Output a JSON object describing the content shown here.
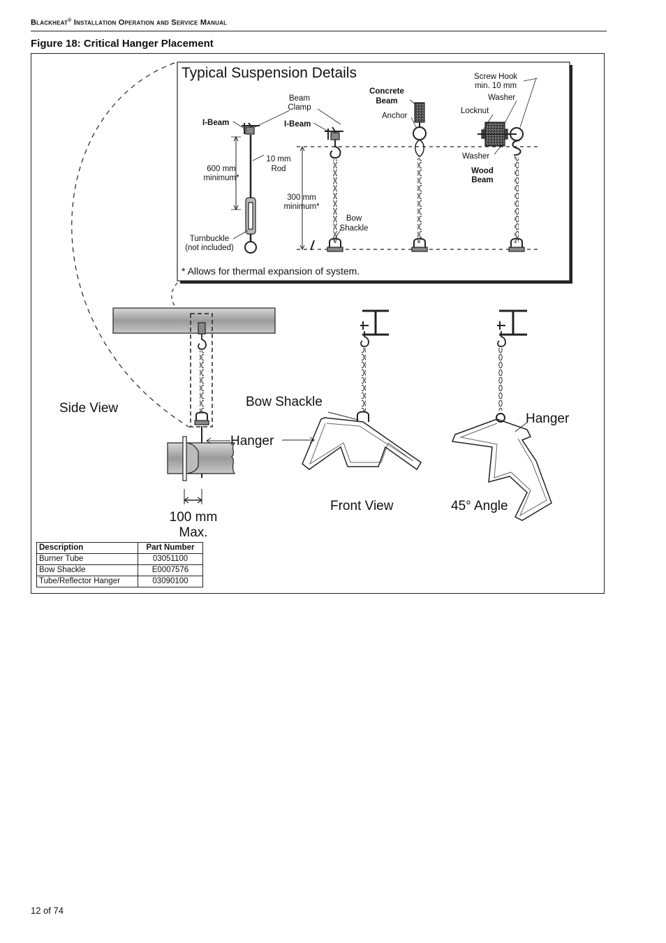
{
  "header": {
    "brand": "Blackheat",
    "registered": "®",
    "rest": " Installation Operation and Service Manual"
  },
  "figure_title": "Figure 18: Critical Hanger Placement",
  "detail": {
    "title": "Typical Suspension Details",
    "note": "* Allows for thermal expansion of system.",
    "labels": {
      "ibeam1": "I-Beam",
      "beam_clamp_1": "Beam",
      "beam_clamp_2": "Clamp",
      "ibeam2": "I-Beam",
      "concrete_1": "Concrete",
      "concrete_2": "Beam",
      "anchor": "Anchor",
      "screw_hook_1": "Screw Hook",
      "screw_hook_2": "min. 10 mm",
      "washer_top": "Washer",
      "locknut": "Locknut",
      "washer_bottom": "Washer",
      "wood_1": "Wood",
      "wood_2": "Beam",
      "min600_1": "600 mm",
      "min600_2": "minimum*",
      "rod_1": "10 mm",
      "rod_2": "Rod",
      "min300_1": "300 mm",
      "min300_2": "minimum*",
      "bow_1": "Bow",
      "bow_2": "Shackle",
      "turnbuckle_1": "Turnbuckle",
      "turnbuckle_2": "(not included)"
    }
  },
  "main_labels": {
    "side_view": "Side View",
    "bow_shackle": "Bow Shackle",
    "hanger_side": "Hanger",
    "hanger_angle": "Hanger",
    "front_view": "Front View",
    "angle_view": "45° Angle",
    "max_1": "100 mm",
    "max_2": "Max."
  },
  "parts_table": {
    "headers": [
      "Description",
      "Part Number"
    ],
    "rows": [
      [
        "Burner Tube",
        "03051100"
      ],
      [
        "Bow Shackle",
        "E0007576"
      ],
      [
        "Tube/Reflector Hanger",
        "03090100"
      ]
    ]
  },
  "footer": {
    "page": "12 of 74"
  }
}
